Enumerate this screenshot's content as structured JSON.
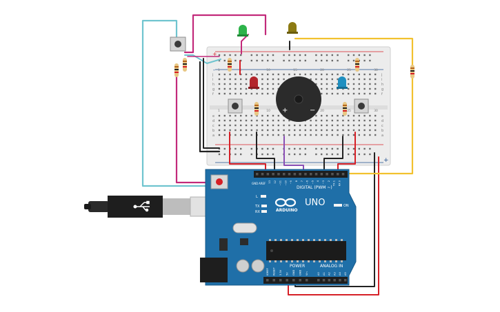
{
  "board": {
    "brand": "ARDUINO",
    "model": "UNO",
    "digital_header_label": "DIGITAL (PWM ~)",
    "power_label": "POWER",
    "analog_label": "ANALOG IN",
    "tx_label": "TX",
    "rx_label": "RX",
    "l_label": "L",
    "on_label": "ON",
    "aref_label": "AREF",
    "gnd_label": "GND",
    "power_pins": [
      "IOREF",
      "RESET",
      "3.3V",
      "5V",
      "GND",
      "GND",
      "Vin"
    ],
    "analog_pins": [
      "A0",
      "A1",
      "A2",
      "A3",
      "A4",
      "A5"
    ],
    "digital_pins": [
      "13",
      "12",
      "~11",
      "~10",
      "~9",
      "8",
      "7",
      "~6",
      "~5",
      "4",
      "~3",
      "2",
      "TX 1",
      "RX 0"
    ]
  },
  "breadboard": {
    "column_numbers": [
      "1",
      "5",
      "10",
      "15",
      "20",
      "25",
      "30"
    ],
    "row_letters_top": [
      "j",
      "i",
      "h",
      "g",
      "f"
    ],
    "row_letters_bottom": [
      "e",
      "d",
      "c",
      "b",
      "a"
    ],
    "rail_plus": "+",
    "rail_minus": "-"
  },
  "buzzer": {
    "plus": "+",
    "minus": "−"
  },
  "colors": {
    "wire_red": "#d61f26",
    "wire_black": "#222222",
    "wire_magenta": "#c2297a",
    "wire_cyan": "#6fc4cf",
    "wire_yellow": "#f2c12e",
    "wire_purple": "#8a4fb5",
    "board_blue": "#1f6fa8",
    "led_green": "#2db34a",
    "led_red": "#b3242b",
    "led_blue": "#1f8fc0",
    "led_yellow": "#8c7a12"
  }
}
